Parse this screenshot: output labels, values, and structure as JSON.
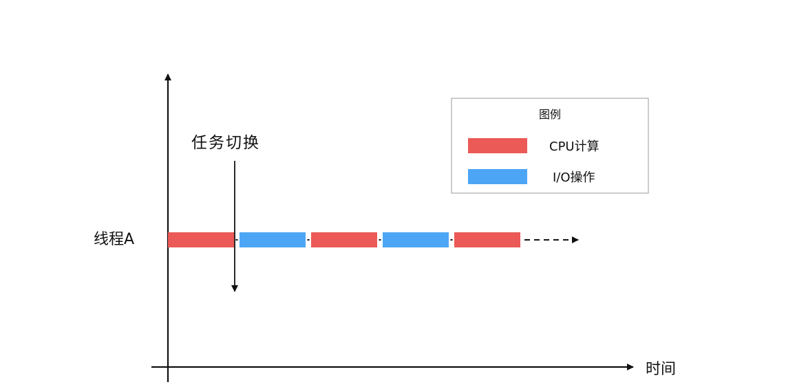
{
  "labels": {
    "thread": "线程A",
    "time_axis": "时间",
    "task_switch": "任务切换"
  },
  "legend": {
    "title": "图例",
    "items": [
      {
        "label": "CPU计算",
        "color": "#eb5a57"
      },
      {
        "label": "I/O操作",
        "color": "#4da6f5"
      }
    ]
  },
  "timeline": {
    "segments": [
      {
        "kind": "CPU计算",
        "color": "#eb5a57"
      },
      {
        "kind": "I/O操作",
        "color": "#4da6f5"
      },
      {
        "kind": "CPU计算",
        "color": "#eb5a57"
      },
      {
        "kind": "I/O操作",
        "color": "#4da6f5"
      },
      {
        "kind": "CPU计算",
        "color": "#eb5a57"
      }
    ],
    "continues": true
  },
  "colors": {
    "axis": "#111111",
    "cpu": "#eb5a57",
    "io": "#4da6f5",
    "legend_border": "#9a9a9a"
  }
}
